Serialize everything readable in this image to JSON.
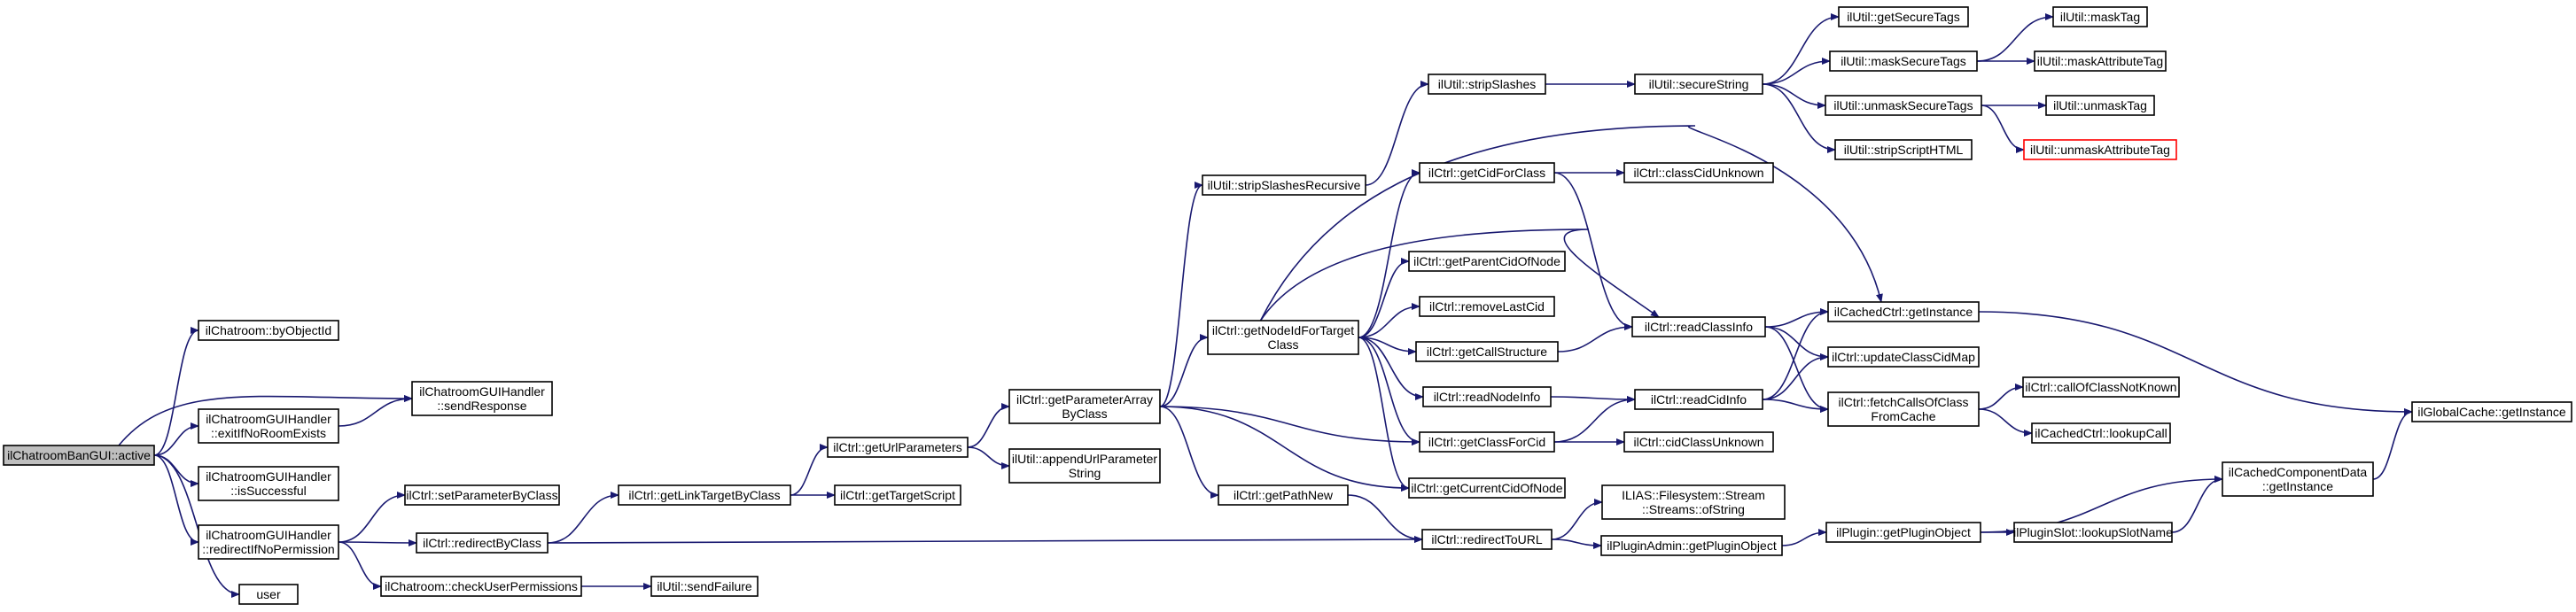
{
  "colors": {
    "edge": "#191970",
    "root_fill": "#bfbfbf",
    "highlight_border": "#ff0000"
  },
  "nodes": {
    "active": [
      "ilChatroomBanGUI::active"
    ],
    "byObjectId": [
      "ilChatroom::byObjectId"
    ],
    "exitIfNoRoomExists": [
      "ilChatroomGUIHandler",
      "::exitIfNoRoomExists"
    ],
    "isSuccessful": [
      "ilChatroomGUIHandler",
      "::isSuccessful"
    ],
    "redirectIfNoPermission": [
      "ilChatroomGUIHandler",
      "::redirectIfNoPermission"
    ],
    "user": [
      "user"
    ],
    "sendResponse": [
      "ilChatroomGUIHandler",
      "::sendResponse"
    ],
    "setParameterByClass": [
      "ilCtrl::setParameterByClass"
    ],
    "redirectByClass": [
      "ilCtrl::redirectByClass"
    ],
    "checkUserPermissions": [
      "ilChatroom::checkUserPermissions"
    ],
    "sendFailure": [
      "ilUtil::sendFailure"
    ],
    "getLinkTargetByClass": [
      "ilCtrl::getLinkTargetByClass"
    ],
    "getUrlParameters": [
      "ilCtrl::getUrlParameters"
    ],
    "getTargetScript": [
      "ilCtrl::getTargetScript"
    ],
    "getParameterArrayByClass": [
      "ilCtrl::getParameterArray",
      "ByClass"
    ],
    "appendUrlParameterString": [
      "ilUtil::appendUrlParameter",
      "String"
    ],
    "stripSlashesRecursive": [
      "ilUtil::stripSlashesRecursive"
    ],
    "getNodeIdForTargetClass": [
      "ilCtrl::getNodeIdForTarget",
      "Class"
    ],
    "getPathNew": [
      "ilCtrl::getPathNew"
    ],
    "stripSlashes": [
      "ilUtil::stripSlashes"
    ],
    "getCidForClass": [
      "ilCtrl::getCidForClass"
    ],
    "getParentCidOfNode": [
      "ilCtrl::getParentCidOfNode"
    ],
    "removeLastCid": [
      "ilCtrl::removeLastCid"
    ],
    "getCallStructure": [
      "ilCtrl::getCallStructure"
    ],
    "readNodeInfo": [
      "ilCtrl::readNodeInfo"
    ],
    "getClassForCid": [
      "ilCtrl::getClassForCid"
    ],
    "getCurrentCidOfNode": [
      "ilCtrl::getCurrentCidOfNode"
    ],
    "redirectToURL": [
      "ilCtrl::redirectToURL"
    ],
    "ofString": [
      "ILIAS::Filesystem::Stream",
      "::Streams::ofString"
    ],
    "getPluginObjectAdmin": [
      "ilPluginAdmin::getPluginObject"
    ],
    "secureString": [
      "ilUtil::secureString"
    ],
    "classCidUnknown": [
      "ilCtrl::classCidUnknown"
    ],
    "readClassInfo": [
      "ilCtrl::readClassInfo"
    ],
    "readCidInfo": [
      "ilCtrl::readCidInfo"
    ],
    "cidClassUnknown": [
      "ilCtrl::cidClassUnknown"
    ],
    "getSecureTags": [
      "ilUtil::getSecureTags"
    ],
    "maskSecureTags": [
      "ilUtil::maskSecureTags"
    ],
    "unmaskSecureTags": [
      "ilUtil::unmaskSecureTags"
    ],
    "stripScriptHTML": [
      "ilUtil::stripScriptHTML"
    ],
    "cachedCtrlGetInstance": [
      "ilCachedCtrl::getInstance"
    ],
    "updateClassCidMap": [
      "ilCtrl::updateClassCidMap"
    ],
    "fetchCallsOfClassFromCache": [
      "ilCtrl::fetchCallsOfClass",
      "FromCache"
    ],
    "getPluginObject": [
      "ilPlugin::getPluginObject"
    ],
    "lookupSlotName": [
      "ilPluginSlot::lookupSlotName"
    ],
    "maskTag": [
      "ilUtil::maskTag"
    ],
    "maskAttributeTag": [
      "ilUtil::maskAttributeTag"
    ],
    "unmaskTag": [
      "ilUtil::unmaskTag"
    ],
    "unmaskAttributeTag": [
      "ilUtil::unmaskAttributeTag"
    ],
    "callOfClassNotKnown": [
      "ilCtrl::callOfClassNotKnown"
    ],
    "lookupCall": [
      "ilCachedCtrl::lookupCall"
    ],
    "cachedComponentDataGetInstance": [
      "ilCachedComponentData",
      "::getInstance"
    ],
    "globalCacheGetInstance": [
      "ilGlobalCache::getInstance"
    ]
  }
}
